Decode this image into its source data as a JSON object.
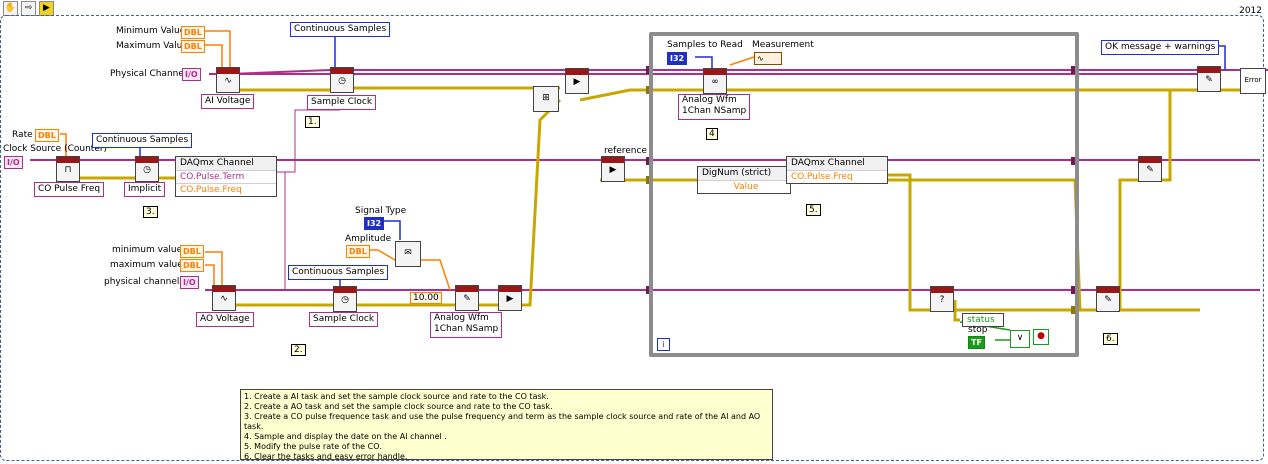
{
  "year": "2012",
  "toolbar": [
    "hand-icon",
    "arrow-icon",
    "highlight-icon"
  ],
  "labels": {
    "min_value": "Minimum Value",
    "max_value": "Maximum Value",
    "physical_channel": "Physical Channel",
    "rate": "Rate",
    "clock_source": "Clock Source (Counter)",
    "min_value2": "minimum value",
    "max_value2": "maximum value",
    "physical_channels": "physical channels",
    "signal_type": "Signal Type",
    "amplitude": "Amplitude",
    "samples_to_read": "Samples to Read",
    "measurement": "Measurement",
    "reference": "reference",
    "stop": "stop"
  },
  "constants": {
    "dbl": "DBL",
    "io": "I/O",
    "i32": "I32",
    "tf": "TF",
    "amp_value": "10.00"
  },
  "enums": {
    "ai_voltage": "AI Voltage",
    "ao_voltage": "AO Voltage",
    "co_pulse_freq": "CO Pulse Freq",
    "implicit": "Implicit",
    "continuous_samples": "Continuous Samples",
    "sample_clock": "Sample Clock",
    "analog_wfm": "Analog Wfm",
    "one_chan_nsamp": "1Chan NSamp",
    "ok_message": "OK message + warnings"
  },
  "property_nodes": {
    "daqmx_channel": "DAQmx Channel",
    "co_pulse_term": "CO.Pulse.Term",
    "co_pulse_freq": "CO.Pulse.Freq",
    "dignum": "DigNum (strict)",
    "value": "Value",
    "status": "status"
  },
  "step_labels": [
    "1.",
    "2.",
    "3.",
    "4",
    "5.",
    "6."
  ],
  "iteration": "i",
  "error_label": "Error",
  "comment_lines": [
    "1. Create a AI task and set the sample clock source and rate to the CO task.",
    "2. Create a AO task and set the sample clock source and rate to the CO task.",
    "3. Create a CO pulse frequence task and use the pulse frequency and term as the sample clock source and rate of the AI and AO task.",
    "4. Sample and display the date on the AI channel .",
    "5. Modify the pulse rate of the CO.",
    "6. Clear the tasks and easy error handle."
  ],
  "colors": {
    "dbl": "#ff7f00",
    "task_wire": "#b02c8a",
    "error_wire": "#c8a800",
    "i32": "#2030c0",
    "bool": "#1b9a1b",
    "loop": "#8c8c8c"
  }
}
